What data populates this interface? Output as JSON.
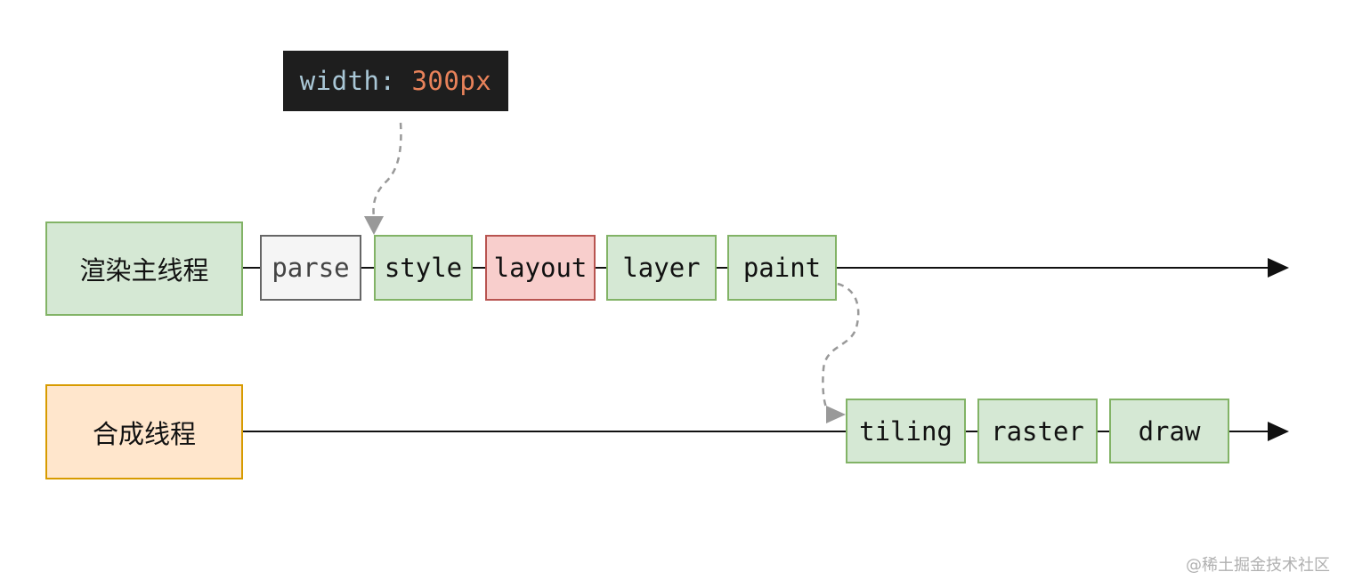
{
  "code_snippet": {
    "property": "width:",
    "value": "300px"
  },
  "main_thread": {
    "label": "渲染主线程",
    "steps": [
      "parse",
      "style",
      "layout",
      "layer",
      "paint"
    ]
  },
  "compositor_thread": {
    "label": "合成线程",
    "steps": [
      "tiling",
      "raster",
      "draw"
    ]
  },
  "watermark": "@稀土掘金技术社区",
  "colors": {
    "green_fill": "#d5e8d4",
    "green_border": "#82b366",
    "grey_fill": "#f5f5f5",
    "grey_border": "#666666",
    "red_fill": "#f8cecc",
    "red_border": "#b85450",
    "orange_fill": "#ffe6cc",
    "orange_border": "#d79b00",
    "code_bg": "#1e1e1e",
    "code_property": "#a9c7d6",
    "code_value": "#e8825a"
  }
}
